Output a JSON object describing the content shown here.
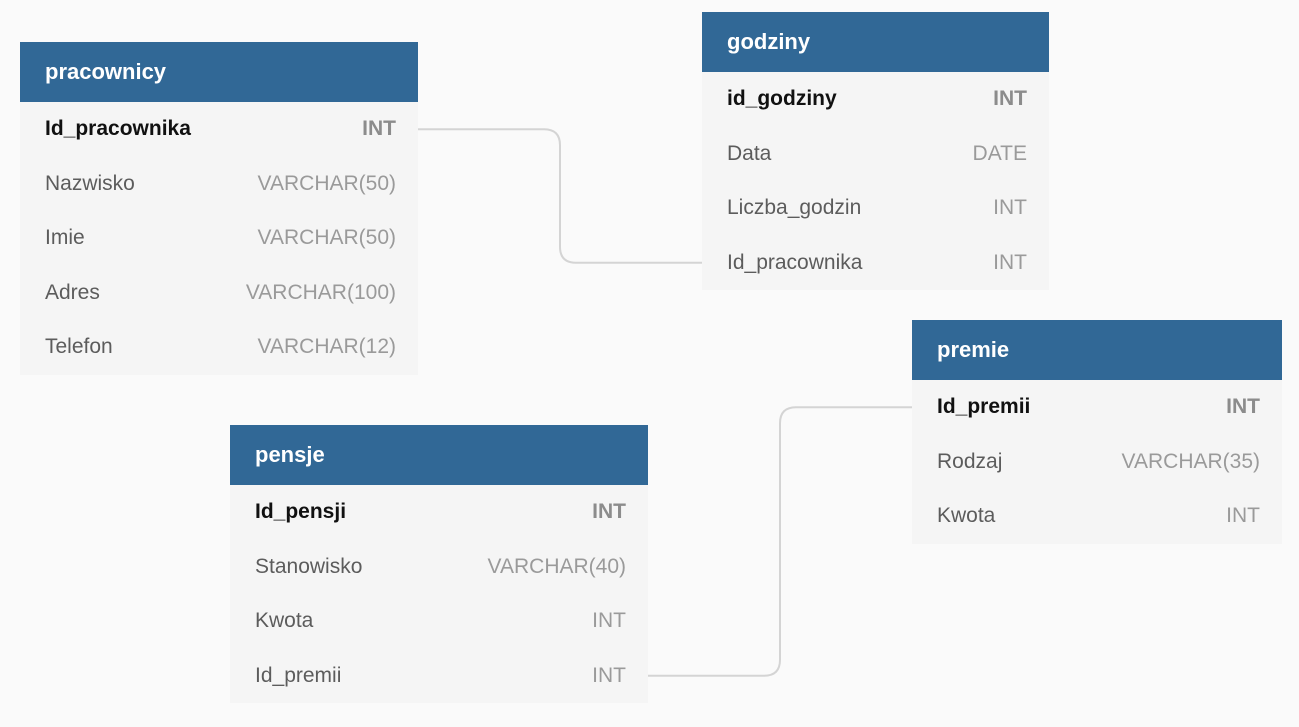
{
  "diagram": {
    "tables": [
      {
        "id": "pracownicy",
        "name": "pracownicy",
        "columns": [
          {
            "name": "Id_pracownika",
            "type": "INT",
            "pk": true
          },
          {
            "name": "Nazwisko",
            "type": "VARCHAR(50)",
            "pk": false
          },
          {
            "name": "Imie",
            "type": "VARCHAR(50)",
            "pk": false
          },
          {
            "name": "Adres",
            "type": "VARCHAR(100)",
            "pk": false
          },
          {
            "name": "Telefon",
            "type": "VARCHAR(12)",
            "pk": false
          }
        ]
      },
      {
        "id": "godziny",
        "name": "godziny",
        "columns": [
          {
            "name": "id_godziny",
            "type": "INT",
            "pk": true
          },
          {
            "name": "Data",
            "type": "DATE",
            "pk": false
          },
          {
            "name": "Liczba_godzin",
            "type": "INT",
            "pk": false
          },
          {
            "name": "Id_pracownika",
            "type": "INT",
            "pk": false
          }
        ]
      },
      {
        "id": "premie",
        "name": "premie",
        "columns": [
          {
            "name": "Id_premii",
            "type": "INT",
            "pk": true
          },
          {
            "name": "Rodzaj",
            "type": "VARCHAR(35)",
            "pk": false
          },
          {
            "name": "Kwota",
            "type": "INT",
            "pk": false
          }
        ]
      },
      {
        "id": "pensje",
        "name": "pensje",
        "columns": [
          {
            "name": "Id_pensji",
            "type": "INT",
            "pk": true
          },
          {
            "name": "Stanowisko",
            "type": "VARCHAR(40)",
            "pk": false
          },
          {
            "name": "Kwota",
            "type": "INT",
            "pk": false
          },
          {
            "name": "Id_premii",
            "type": "INT",
            "pk": false
          }
        ]
      }
    ],
    "relations": [
      {
        "from_table": "pracownicy",
        "from_column": "Id_pracownika",
        "to_table": "godziny",
        "to_column": "Id_pracownika"
      },
      {
        "from_table": "pensje",
        "from_column": "Id_premii",
        "to_table": "premie",
        "to_column": "Id_premii"
      }
    ],
    "colors": {
      "background": "#fafafa",
      "header": "#316896",
      "body": "#f5f5f5",
      "connector": "#d4d4d4"
    }
  }
}
